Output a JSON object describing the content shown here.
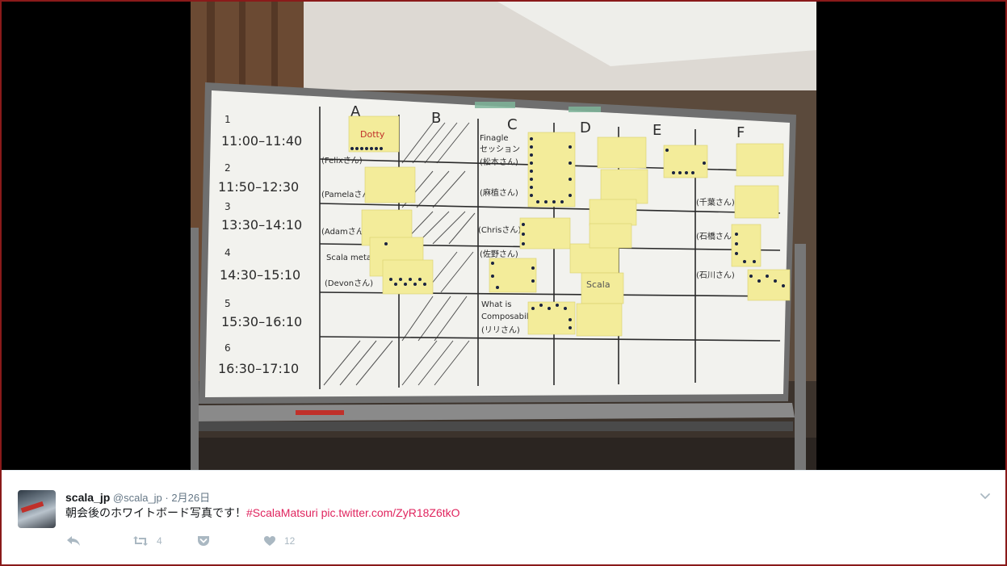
{
  "tweet": {
    "display_name": "scala_jp",
    "handle": "@scala_jp",
    "separator": "·",
    "date": "2月26日",
    "text": "朝会後のホワイトボード写真です！",
    "hashtag": "#ScalaMatsuri",
    "pic_link": "pic.twitter.com/ZyR18Z6tkO"
  },
  "actions": {
    "reply_icon": "reply-icon",
    "retweet_icon": "retweet-icon",
    "retweet_count": "4",
    "pocket_icon": "pocket-icon",
    "like_icon": "heart-icon",
    "like_count": "12"
  },
  "whiteboard": {
    "columns": [
      "A",
      "B",
      "C",
      "D",
      "E",
      "F"
    ],
    "slots": [
      {
        "num": "1",
        "time": "11:00–11:40"
      },
      {
        "num": "2",
        "time": "11:50–12:30"
      },
      {
        "num": "3",
        "time": "13:30–14:10"
      },
      {
        "num": "4",
        "time": "14:30–15:10"
      },
      {
        "num": "5",
        "time": "15:30–16:10"
      },
      {
        "num": "6",
        "time": "16:30–17:10"
      }
    ],
    "col_a": [
      "(Felixさん)",
      "(Pamelaさん)",
      "(Adamさん)",
      "Scala meta",
      "(Devonさん)"
    ],
    "col_c": [
      "Finagle",
      "セッション",
      "(松本さん)",
      "(麻植さん)",
      "(Chrisさん)",
      "(佐野さん)",
      "What is",
      "Composability",
      "(リリさん)"
    ],
    "col_f": [
      "(千葉さん)",
      "(石橋さん)",
      "(石川さん)"
    ],
    "sticky_dotty": "Dotty",
    "sticky_scala": "Scala"
  },
  "colors": {
    "sticky": "#f3ec9a",
    "link": "#e0245e",
    "board": "#f2f2ee",
    "marker": "#2a2a2a"
  }
}
